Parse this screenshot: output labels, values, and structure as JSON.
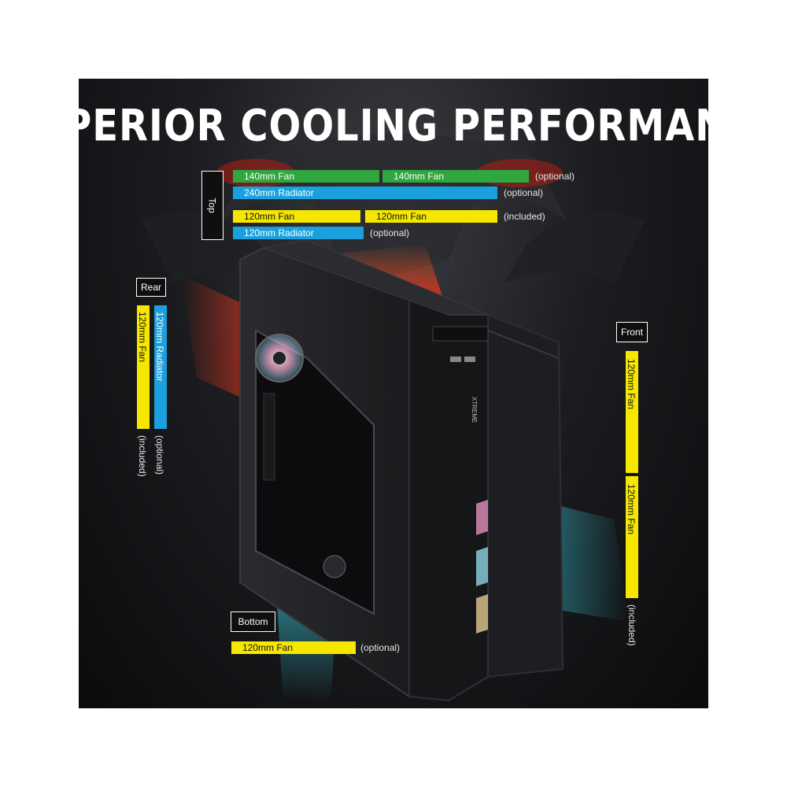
{
  "headline": "SUPERIOR COOLING PERFORMANCE",
  "brand_mark": "XTREME",
  "colors": {
    "fan_140": "#2fa63e",
    "radiator": "#1aa0dc",
    "fan_120": "#f5e700",
    "hot_air": "#e3351c",
    "cool_air": "#38c6d6"
  },
  "top": {
    "label": "Top",
    "row1": {
      "fan_a": "140mm Fan",
      "fan_b": "140mm Fan",
      "note": "(optional)"
    },
    "row2": {
      "radiator": "240mm Radiator",
      "note": "(optional)"
    },
    "row3": {
      "fan_a": "120mm Fan",
      "fan_b": "120mm Fan",
      "note": "(included)"
    },
    "row4": {
      "radiator": "120mm Radiator",
      "note": "(optional)"
    }
  },
  "rear": {
    "label": "Rear",
    "fan": "120mm Fan",
    "fan_note": "(included)",
    "radiator": "120mm Radiator",
    "radiator_note": "(optional)"
  },
  "front": {
    "label": "Front",
    "fan_a": "120mm Fan",
    "fan_b": "120mm Fan",
    "note": "(included)"
  },
  "bottom": {
    "label": "Bottom",
    "fan": "120mm Fan",
    "note": "(optional)"
  }
}
